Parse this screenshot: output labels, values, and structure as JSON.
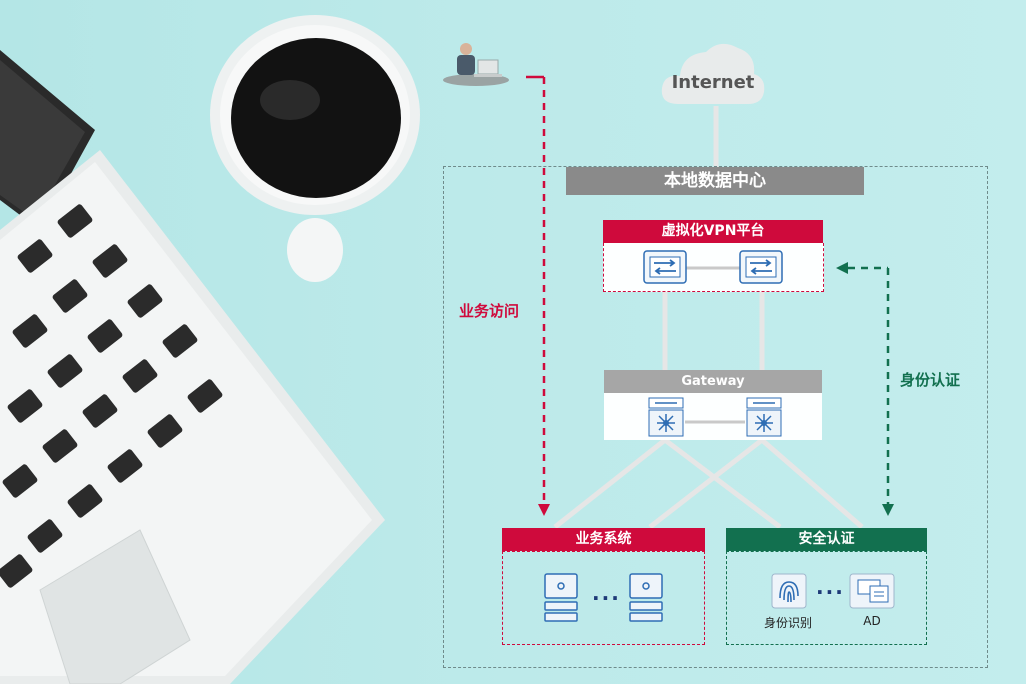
{
  "internet": {
    "label": "Internet"
  },
  "datacenter": {
    "title": "本地数据中心"
  },
  "vpn": {
    "title": "虚拟化VPN平台"
  },
  "gateway": {
    "title": "Gateway"
  },
  "business_access": {
    "label": "业务访问"
  },
  "identity_auth": {
    "label": "身份认证"
  },
  "business_system": {
    "title": "业务系统",
    "ellipsis": "···"
  },
  "security_auth": {
    "title": "安全认证",
    "ellipsis": "···",
    "items": [
      {
        "label": "身份识别",
        "icon": "fingerprint-icon"
      },
      {
        "label": "AD",
        "icon": "ad-server-icon"
      }
    ]
  },
  "colors": {
    "red": "#cf0a3c",
    "green": "#12704f",
    "gray": "#8a8a8a",
    "blue": "#2e6db4"
  }
}
